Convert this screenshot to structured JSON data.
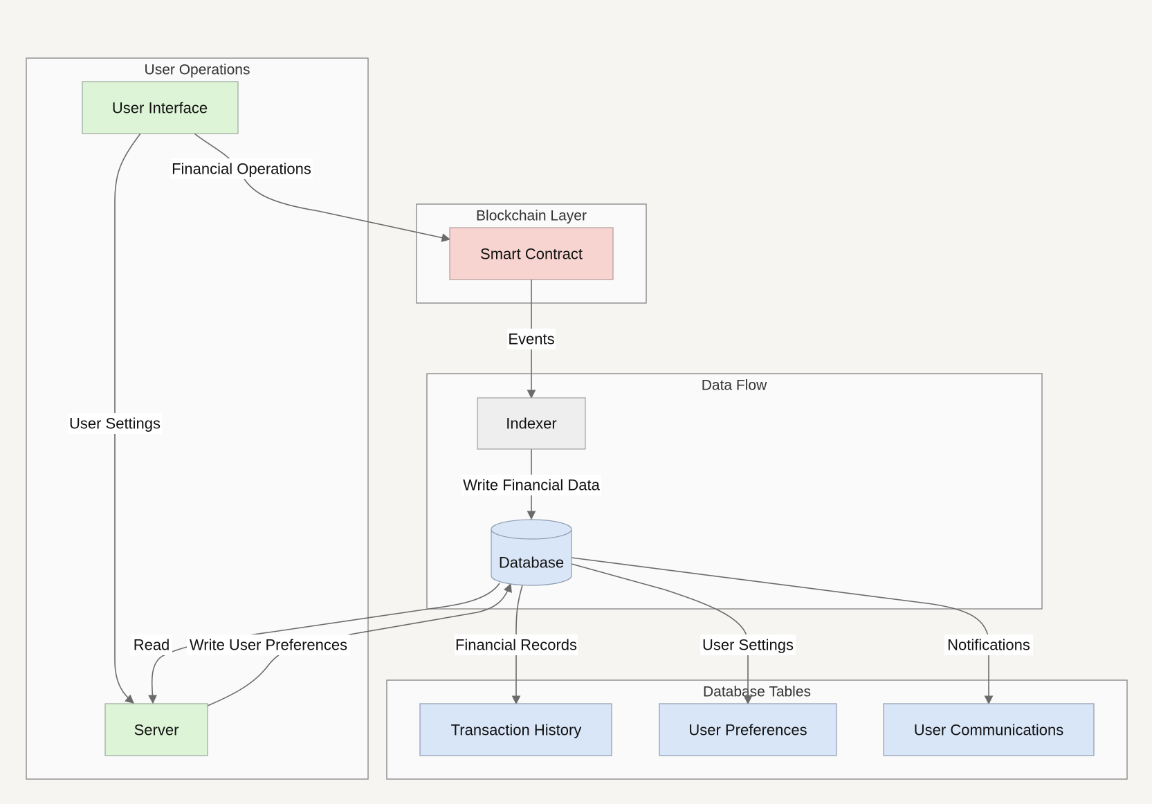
{
  "colors": {
    "background": "#f6f5f2",
    "group_fill": "#fafafa",
    "user_node": "#ddf5d6",
    "contract_node": "#f8d4d1",
    "indexer_node": "#eeeeee",
    "data_node": "#d9e6f7",
    "edge": "#6b6b6b"
  },
  "groups": {
    "user_ops": {
      "title": "User Operations"
    },
    "blockchain": {
      "title": "Blockchain Layer"
    },
    "data_flow": {
      "title": "Data Flow"
    },
    "db_tables": {
      "title": "Database Tables"
    }
  },
  "nodes": {
    "user_interface": {
      "label": "User Interface"
    },
    "server": {
      "label": "Server"
    },
    "smart_contract": {
      "label": "Smart Contract"
    },
    "indexer": {
      "label": "Indexer"
    },
    "database": {
      "label": "Database"
    },
    "transaction_history": {
      "label": "Transaction History"
    },
    "user_preferences": {
      "label": "User Preferences"
    },
    "user_communications": {
      "label": "User Communications"
    }
  },
  "edges": {
    "financial_operations": {
      "label": "Financial Operations"
    },
    "user_settings_ui": {
      "label": "User Settings"
    },
    "events": {
      "label": "Events"
    },
    "write_financial_data": {
      "label": "Write Financial Data"
    },
    "read": {
      "label": "Read"
    },
    "write_user_preferences": {
      "label": "Write User Preferences"
    },
    "financial_records": {
      "label": "Financial Records"
    },
    "user_settings_db": {
      "label": "User Settings"
    },
    "notifications": {
      "label": "Notifications"
    }
  }
}
